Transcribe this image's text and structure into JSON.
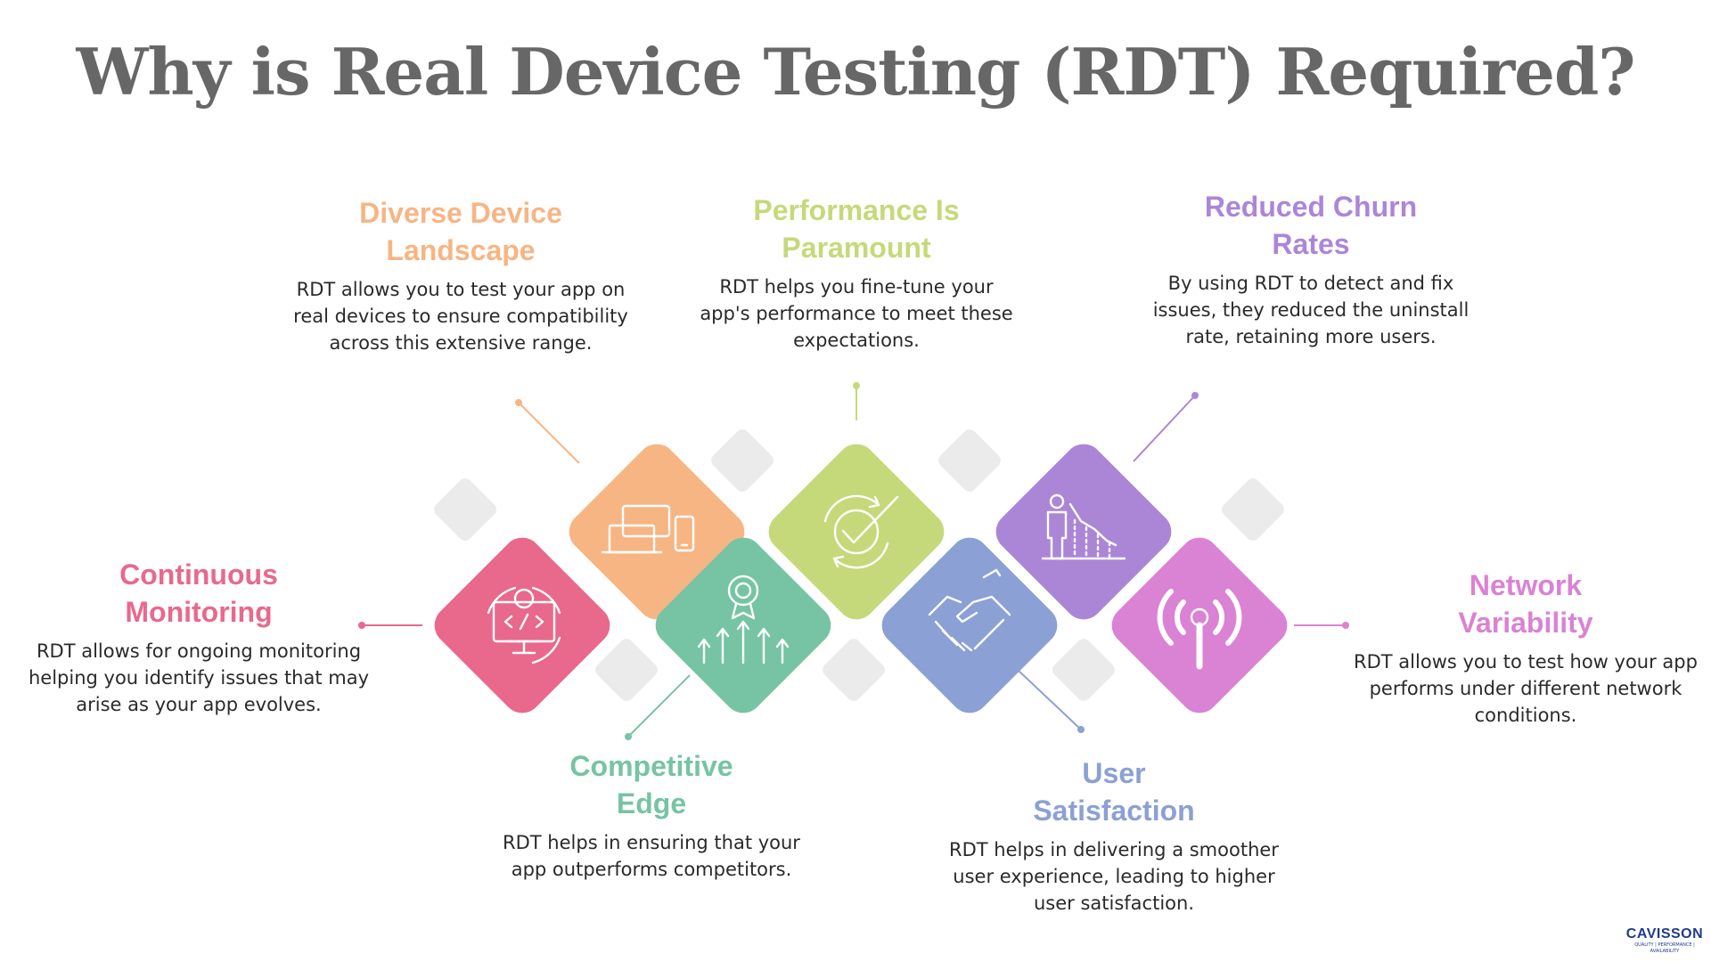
{
  "title": "Why is Real Device Testing (RDT) Required?",
  "items": [
    {
      "key": "diverse",
      "heading": "Diverse Device Landscape",
      "description": "RDT allows you to test your app on real devices to ensure compatibility across this extensive range.",
      "color": "#F7B584",
      "icon": "devices-icon"
    },
    {
      "key": "performance",
      "heading": "Performance Is Paramount",
      "description": "RDT helps you fine-tune your app's performance to meet these expectations.",
      "color": "#C5D97A",
      "icon": "check-cycle-icon"
    },
    {
      "key": "churn",
      "heading": "Reduced Churn Rates",
      "description": "By using RDT to detect and fix issues, they reduced the uninstall rate, retaining more users.",
      "color": "#AC86D6",
      "icon": "user-decline-chart-icon"
    },
    {
      "key": "monitoring",
      "heading": "Continuous Monitoring",
      "description": "RDT allows for ongoing monitoring helping you identify issues that may arise as your app evolves.",
      "color": "#E8698C",
      "icon": "monitor-code-icon"
    },
    {
      "key": "competitive",
      "heading": "Competitive Edge",
      "description": "RDT helps in ensuring that your app outperforms competitors.",
      "color": "#76C4A4",
      "icon": "award-arrows-icon"
    },
    {
      "key": "satisfaction",
      "heading": "User Satisfaction",
      "description": "RDT helps in delivering a smoother user experience, leading to higher user satisfaction.",
      "color": "#8BA0D4",
      "icon": "handshake-icon"
    },
    {
      "key": "network",
      "heading": "Network Variability",
      "description": "RDT allows you to test how your app performs under different network conditions.",
      "color": "#DA82D4",
      "icon": "antenna-signal-icon"
    }
  ],
  "logo": {
    "name": "CAVISSON",
    "tagline": "QUALITY | PERFORMANCE | AVAILABILITY"
  }
}
